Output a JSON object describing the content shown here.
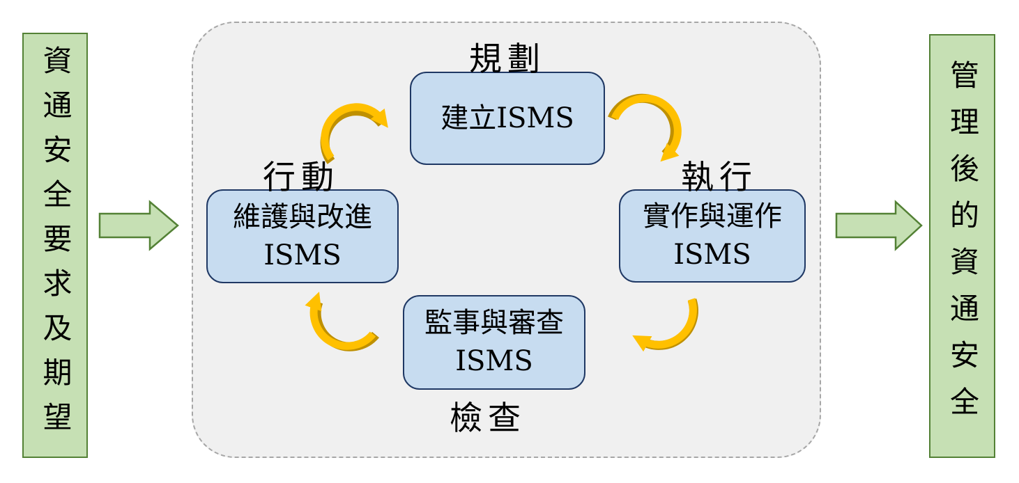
{
  "left_panel": {
    "text": "資通安全要求及期望"
  },
  "right_panel": {
    "text": "管理後的資通安全"
  },
  "pdca": {
    "plan": {
      "stage_label": "規劃",
      "box_text": "建立ISMS"
    },
    "do": {
      "stage_label": "執行",
      "box_line1": "實作與運作",
      "box_line2": "ISMS"
    },
    "check": {
      "stage_label": "檢查",
      "box_line1": "監事與審查",
      "box_line2": "ISMS"
    },
    "act": {
      "stage_label": "行動",
      "box_line1": "維護與改進",
      "box_line2": "ISMS"
    }
  },
  "icons": {
    "cycle_arrows": [
      "cycle-arrow-act-to-plan-icon",
      "cycle-arrow-plan-to-do-icon",
      "cycle-arrow-do-to-check-icon",
      "cycle-arrow-check-to-act-icon"
    ],
    "flow_arrows": [
      "flow-arrow-input-icon",
      "flow-arrow-output-icon"
    ]
  },
  "colors": {
    "green_fill": "#c6e0b4",
    "green_border": "#538135",
    "blue_fill": "#c7dcf0",
    "blue_border": "#1f3864",
    "container_fill": "#f0f0f0",
    "container_border": "#a6a6a6",
    "arrow_yellow": "#ffc000",
    "arrow_yellow_dark": "#bf9000"
  }
}
